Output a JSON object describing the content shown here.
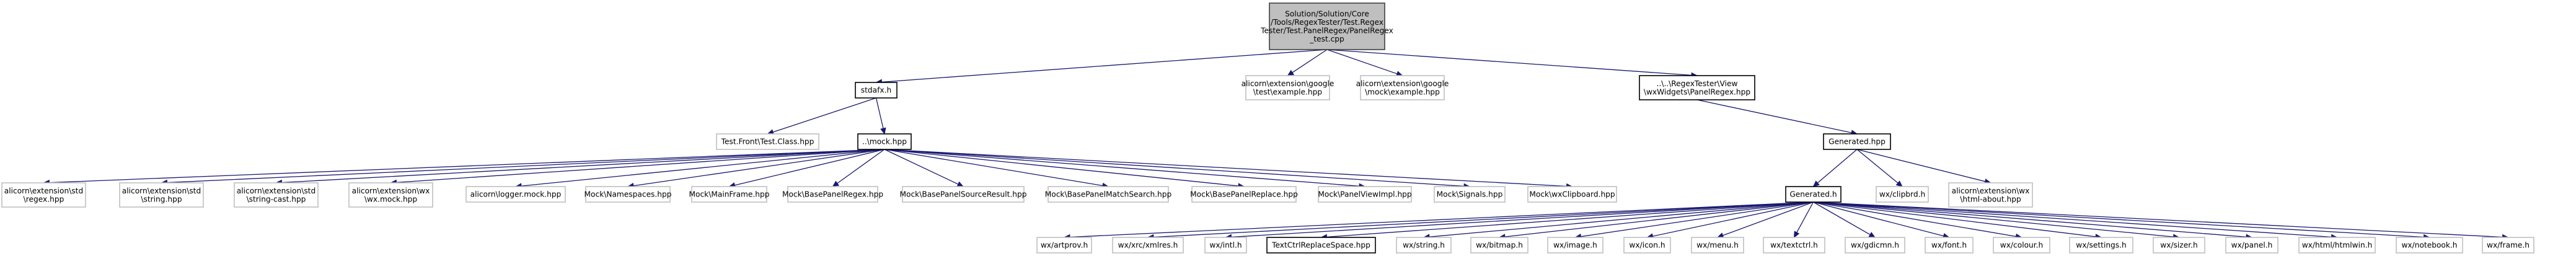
{
  "colors": {
    "edge": "#191970",
    "root_fill": "#bfbfbf",
    "root_border": "#404040",
    "documented_border": "#000000",
    "external_border": "#bfbfbf",
    "external_text": "#000000"
  },
  "nodes": [
    {
      "id": "root",
      "kind": "root",
      "lines": [
        "Solution/Solution/Core",
        "/Tools/RegexTester/Test.Regex",
        "Tester/Test.PanelRegex/PanelRegex",
        "_test.cpp"
      ]
    },
    {
      "id": "stdafx",
      "kind": "documented",
      "lines": [
        "stdafx.h"
      ]
    },
    {
      "id": "gtest_example",
      "kind": "external",
      "lines": [
        "alicorn\\extension\\google",
        "\\test\\example.hpp"
      ]
    },
    {
      "id": "gmock_example",
      "kind": "external",
      "lines": [
        "alicorn\\extension\\google",
        "\\mock\\example.hpp"
      ]
    },
    {
      "id": "panelregex_hpp",
      "kind": "documented",
      "lines": [
        "..\\..\\RegexTester\\View",
        "\\wxWidgets\\PanelRegex.hpp"
      ]
    },
    {
      "id": "test_class",
      "kind": "external",
      "lines": [
        "Test.Front\\Test.Class.hpp"
      ]
    },
    {
      "id": "mock_hpp",
      "kind": "documented",
      "lines": [
        "..\\mock.hpp"
      ]
    },
    {
      "id": "generated_hpp",
      "kind": "documented",
      "lines": [
        "Generated.hpp"
      ]
    },
    {
      "id": "std_regex",
      "kind": "external",
      "lines": [
        "alicorn\\extension\\std",
        "\\regex.hpp"
      ]
    },
    {
      "id": "std_string",
      "kind": "external",
      "lines": [
        "alicorn\\extension\\std",
        "\\string.hpp"
      ]
    },
    {
      "id": "std_string_cast",
      "kind": "external",
      "lines": [
        "alicorn\\extension\\std",
        "\\string-cast.hpp"
      ]
    },
    {
      "id": "wx_mock",
      "kind": "external",
      "lines": [
        "alicorn\\extension\\wx",
        "\\wx.mock.hpp"
      ]
    },
    {
      "id": "logger_mock",
      "kind": "external",
      "lines": [
        "alicorn\\logger.mock.hpp"
      ]
    },
    {
      "id": "mock_namespaces",
      "kind": "external",
      "lines": [
        "Mock\\Namespaces.hpp"
      ]
    },
    {
      "id": "mock_mainframe",
      "kind": "external",
      "lines": [
        "Mock\\MainFrame.hpp"
      ]
    },
    {
      "id": "mock_basepanelregex",
      "kind": "external",
      "lines": [
        "Mock\\BasePanelRegex.hpp"
      ]
    },
    {
      "id": "mock_basepanelsourceresult",
      "kind": "external",
      "lines": [
        "Mock\\BasePanelSourceResult.hpp"
      ]
    },
    {
      "id": "mock_basepanelmatchsearch",
      "kind": "external",
      "lines": [
        "Mock\\BasePanelMatchSearch.hpp"
      ]
    },
    {
      "id": "mock_basepanelreplace",
      "kind": "external",
      "lines": [
        "Mock\\BasePanelReplace.hpp"
      ]
    },
    {
      "id": "mock_panelviewimpl",
      "kind": "external",
      "lines": [
        "Mock\\PanelViewImpl.hpp"
      ]
    },
    {
      "id": "mock_signals",
      "kind": "external",
      "lines": [
        "Mock\\Signals.hpp"
      ]
    },
    {
      "id": "mock_wxclipboard",
      "kind": "external",
      "lines": [
        "Mock\\wxClipboard.hpp"
      ]
    },
    {
      "id": "generated_h",
      "kind": "documented",
      "lines": [
        "Generated.h"
      ]
    },
    {
      "id": "wx_clipbrd",
      "kind": "external",
      "lines": [
        "wx/clipbrd.h"
      ]
    },
    {
      "id": "wx_html_about",
      "kind": "external",
      "lines": [
        "alicorn\\extension\\wx",
        "\\html-about.hpp"
      ]
    },
    {
      "id": "wx_artprov",
      "kind": "external",
      "lines": [
        "wx/artprov.h"
      ]
    },
    {
      "id": "wx_xrc_xmlres",
      "kind": "external",
      "lines": [
        "wx/xrc/xmlres.h"
      ]
    },
    {
      "id": "wx_intl",
      "kind": "external",
      "lines": [
        "wx/intl.h"
      ]
    },
    {
      "id": "textctrl_replace_space",
      "kind": "documented",
      "lines": [
        "TextCtrlReplaceSpace.hpp"
      ]
    },
    {
      "id": "wx_string",
      "kind": "external",
      "lines": [
        "wx/string.h"
      ]
    },
    {
      "id": "wx_bitmap",
      "kind": "external",
      "lines": [
        "wx/bitmap.h"
      ]
    },
    {
      "id": "wx_image",
      "kind": "external",
      "lines": [
        "wx/image.h"
      ]
    },
    {
      "id": "wx_icon",
      "kind": "external",
      "lines": [
        "wx/icon.h"
      ]
    },
    {
      "id": "wx_menu",
      "kind": "external",
      "lines": [
        "wx/menu.h"
      ]
    },
    {
      "id": "wx_textctrl",
      "kind": "external",
      "lines": [
        "wx/textctrl.h"
      ]
    },
    {
      "id": "wx_gdicmn",
      "kind": "external",
      "lines": [
        "wx/gdicmn.h"
      ]
    },
    {
      "id": "wx_font",
      "kind": "external",
      "lines": [
        "wx/font.h"
      ]
    },
    {
      "id": "wx_colour",
      "kind": "external",
      "lines": [
        "wx/colour.h"
      ]
    },
    {
      "id": "wx_settings",
      "kind": "external",
      "lines": [
        "wx/settings.h"
      ]
    },
    {
      "id": "wx_sizer",
      "kind": "external",
      "lines": [
        "wx/sizer.h"
      ]
    },
    {
      "id": "wx_panel",
      "kind": "external",
      "lines": [
        "wx/panel.h"
      ]
    },
    {
      "id": "wx_html_htmlwin",
      "kind": "external",
      "lines": [
        "wx/html/htmlwin.h"
      ]
    },
    {
      "id": "wx_notebook",
      "kind": "external",
      "lines": [
        "wx/notebook.h"
      ]
    },
    {
      "id": "wx_frame",
      "kind": "external",
      "lines": [
        "wx/frame.h"
      ]
    }
  ],
  "edges": [
    [
      "root",
      "stdafx"
    ],
    [
      "root",
      "gtest_example"
    ],
    [
      "root",
      "gmock_example"
    ],
    [
      "root",
      "panelregex_hpp"
    ],
    [
      "stdafx",
      "test_class"
    ],
    [
      "stdafx",
      "mock_hpp"
    ],
    [
      "mock_hpp",
      "std_regex"
    ],
    [
      "mock_hpp",
      "std_string"
    ],
    [
      "mock_hpp",
      "std_string_cast"
    ],
    [
      "mock_hpp",
      "wx_mock"
    ],
    [
      "mock_hpp",
      "logger_mock"
    ],
    [
      "mock_hpp",
      "mock_namespaces"
    ],
    [
      "mock_hpp",
      "mock_mainframe"
    ],
    [
      "mock_hpp",
      "mock_basepanelregex"
    ],
    [
      "mock_hpp",
      "mock_basepanelsourceresult"
    ],
    [
      "mock_hpp",
      "mock_basepanelmatchsearch"
    ],
    [
      "mock_hpp",
      "mock_basepanelreplace"
    ],
    [
      "mock_hpp",
      "mock_panelviewimpl"
    ],
    [
      "mock_hpp",
      "mock_signals"
    ],
    [
      "mock_hpp",
      "mock_wxclipboard"
    ],
    [
      "panelregex_hpp",
      "generated_hpp"
    ],
    [
      "generated_hpp",
      "generated_h"
    ],
    [
      "generated_hpp",
      "wx_clipbrd"
    ],
    [
      "generated_hpp",
      "wx_html_about"
    ],
    [
      "generated_h",
      "wx_artprov"
    ],
    [
      "generated_h",
      "wx_xrc_xmlres"
    ],
    [
      "generated_h",
      "wx_intl"
    ],
    [
      "generated_h",
      "textctrl_replace_space"
    ],
    [
      "generated_h",
      "wx_string"
    ],
    [
      "generated_h",
      "wx_bitmap"
    ],
    [
      "generated_h",
      "wx_image"
    ],
    [
      "generated_h",
      "wx_icon"
    ],
    [
      "generated_h",
      "wx_menu"
    ],
    [
      "generated_h",
      "wx_textctrl"
    ],
    [
      "generated_h",
      "wx_gdicmn"
    ],
    [
      "generated_h",
      "wx_font"
    ],
    [
      "generated_h",
      "wx_colour"
    ],
    [
      "generated_h",
      "wx_settings"
    ],
    [
      "generated_h",
      "wx_sizer"
    ],
    [
      "generated_h",
      "wx_panel"
    ],
    [
      "generated_h",
      "wx_html_htmlwin"
    ],
    [
      "generated_h",
      "wx_notebook"
    ],
    [
      "generated_h",
      "wx_frame"
    ]
  ]
}
